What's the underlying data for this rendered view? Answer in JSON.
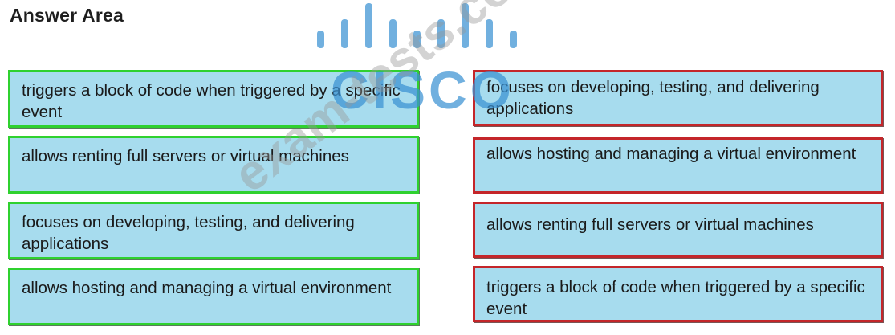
{
  "page": {
    "title": "Answer Area"
  },
  "left_items": [
    {
      "text": "triggers a block of code when triggered by a specific event"
    },
    {
      "text": "allows renting full servers or virtual machines"
    },
    {
      "text": "focuses on developing, testing, and delivering applications"
    },
    {
      "text": "allows hosting and managing a virtual environment"
    }
  ],
  "right_items": [
    {
      "text": "focuses on developing, testing, and delivering applications"
    },
    {
      "text": "allows hosting and managing a virtual environment"
    },
    {
      "text": "allows renting full servers or virtual machines"
    },
    {
      "text": "triggers a block of code when triggered by a specific event"
    }
  ],
  "watermark": {
    "logo_text": "CISCO",
    "domain": "exam-tests.com"
  },
  "colors": {
    "box_fill": "#a7dcee",
    "left_border": "#2fd12f",
    "right_border": "#c4262a",
    "logo_blue": "#3a91d2"
  }
}
